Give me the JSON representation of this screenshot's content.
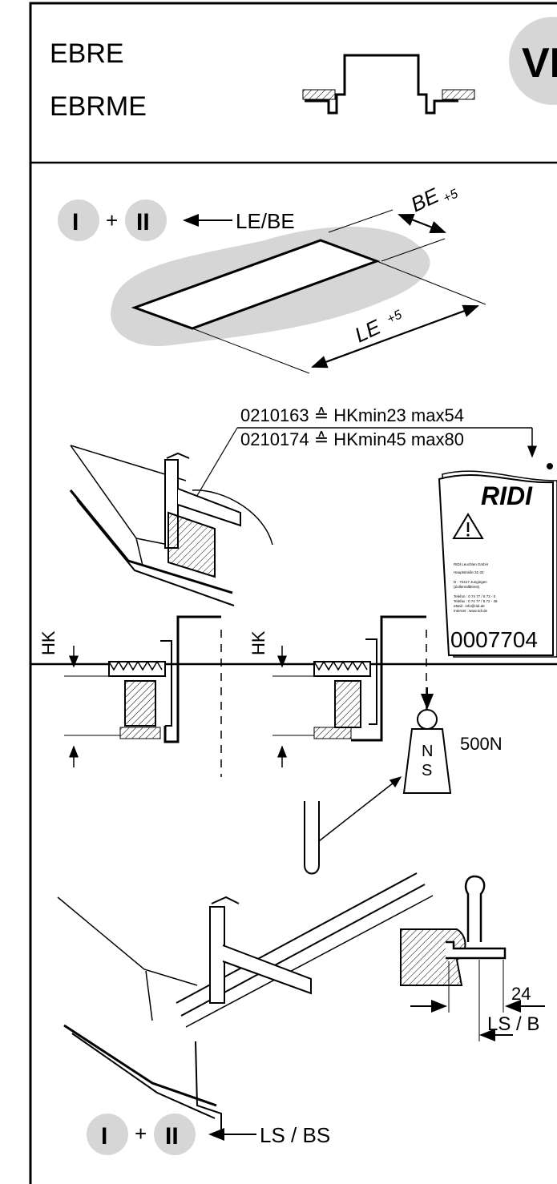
{
  "header": {
    "product_line1": "EBRE",
    "product_line2": "EBRME",
    "section_badge": "VII"
  },
  "section_top": {
    "badge_one": "I",
    "plus": "+",
    "badge_two": "II",
    "ref_label": "LE/BE",
    "dim_width": "BE",
    "dim_width_tol": "+5",
    "dim_length": "LE",
    "dim_length_tol": "+5",
    "clip_line1": "0210163 ≙ HKmin23 max54",
    "clip_line2": "0210174 ≙ HKmin45 max80",
    "brand": "RIDI",
    "doc_number": "0007704",
    "doc_small_lines": [
      "RIDI Leuchten GmbH",
      "Hauptstraße 31-33",
      "D - 72417 Jungingen",
      "(Zollernalbkreis)",
      "Telefon : 0 74 77 / 8 72 - 0",
      "Telefax : 0 74 77 / 8 72 - 48",
      "eMail : info@ridi.de",
      "Internet : www.ridi.de"
    ],
    "hk_label": "HK"
  },
  "section_bottom": {
    "load_label": "500N",
    "weight_top": "N",
    "weight_bottom": "S",
    "dim_24": "24",
    "ls_bs_partial": "LS / B",
    "badge_one": "I",
    "plus": "+",
    "badge_two": "II",
    "ref_label": "LS / BS"
  }
}
